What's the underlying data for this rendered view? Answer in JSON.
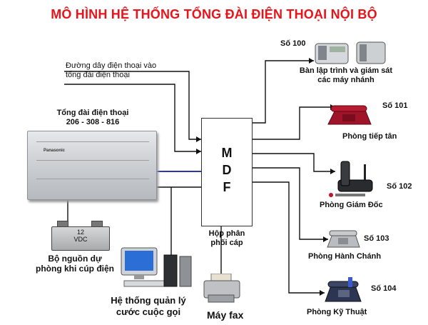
{
  "title": "MÔ HÌNH HỆ THỐNG TỔNG ĐÀI ĐIỆN THOẠI NỘI BỘ",
  "incoming_line": {
    "line1": "Đường dây điện thoại vào",
    "line2": "tổng đài điện thoại"
  },
  "pbx": {
    "label": "Tổng đài điện thoại",
    "number": "206  -  308  -  816",
    "brand": "Panasonic"
  },
  "mdf": {
    "letters": [
      "M",
      "D",
      "F"
    ],
    "caption_line1": "Hộp phân",
    "caption_line2": "phối cáp"
  },
  "battery": {
    "value": "12",
    "unit": "VDC",
    "caption_line1": "Bộ nguồn dự",
    "caption_line2": "phòng khi cúp điện"
  },
  "billing": {
    "caption_line1": "Hệ thống quản lý",
    "caption_line2": "cước cuộc gọi"
  },
  "fax": {
    "caption": "Máy fax"
  },
  "extensions": [
    {
      "number": "Số 100",
      "caption_line1": "Bàn lập trình và giám sát",
      "caption_line2": "các máy nhánh"
    },
    {
      "number": "Số 101",
      "caption_line1": "Phòng tiếp tân",
      "caption_line2": ""
    },
    {
      "number": "Số 102",
      "caption_line1": "Phòng Giám Đốc",
      "caption_line2": ""
    },
    {
      "number": "Số 103",
      "caption_line1": "Phòng Hành Chánh",
      "caption_line2": ""
    },
    {
      "number": "Số 104",
      "caption_line1": "Phòng Kỹ Thuật",
      "caption_line2": ""
    }
  ],
  "colors": {
    "title": "#e8141b",
    "wire": "#111111",
    "trunk": "#2a3aa0"
  },
  "icons": [
    "pbx-unit-icon",
    "mdf-box",
    "battery-icon",
    "computer-icon",
    "fax-icon",
    "console-phone-icon",
    "red-phone-icon",
    "cordless-phone-icon",
    "grey-phone-icon",
    "dark-phone-icon"
  ]
}
